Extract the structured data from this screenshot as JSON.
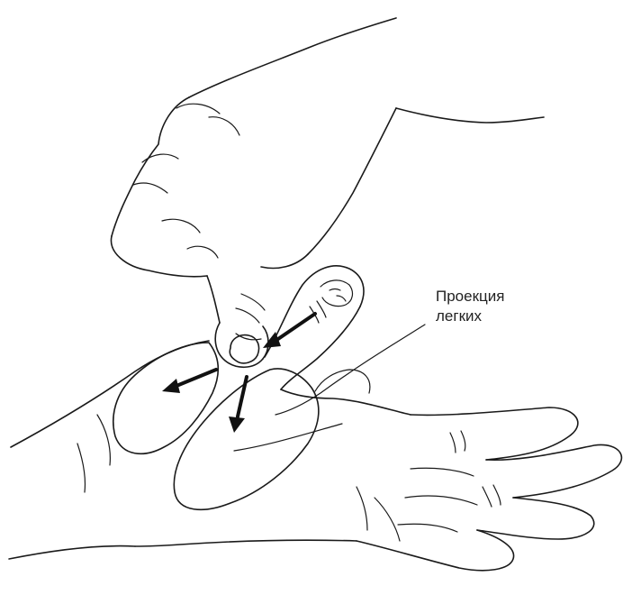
{
  "callout": {
    "line1": "Проекция",
    "line2": "легких"
  },
  "arrows": {
    "count": 3,
    "color": "#111111"
  },
  "colors": {
    "ink": "#1a1a1a",
    "background": "#ffffff"
  }
}
